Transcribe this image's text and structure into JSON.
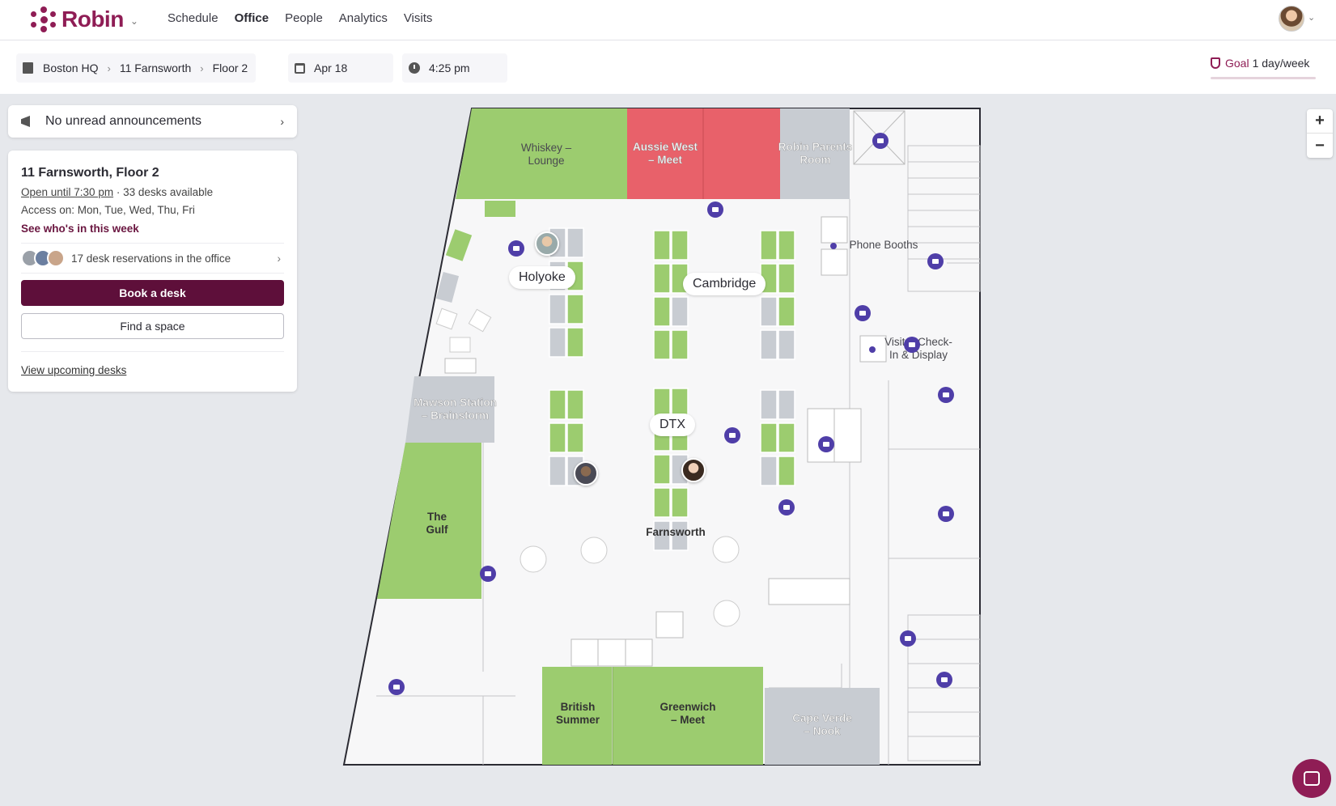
{
  "app": {
    "name": "Robin",
    "nav": [
      "Schedule",
      "Office",
      "People",
      "Analytics",
      "Visits"
    ],
    "active_nav": "Office"
  },
  "location": {
    "building": "Boston HQ",
    "address": "11 Farnsworth",
    "floor": "Floor 2",
    "date": "Apr 18",
    "time": "4:25 pm"
  },
  "goal": {
    "label": "Goal",
    "value": "1 day/week"
  },
  "announcements": {
    "text": "No unread announcements"
  },
  "office_card": {
    "title": "11 Farnsworth, Floor 2",
    "open_until": "Open until 7:30 pm",
    "desks_available": "33 desks available",
    "access": "Access on: Mon, Tue, Wed, Thu, Fri",
    "see_who": "See who's in this week",
    "reservations": "17 desk reservations in the office",
    "book_desk": "Book a desk",
    "find_space": "Find a space",
    "upcoming": "View upcoming desks"
  },
  "map": {
    "zones": [
      "Holyoke",
      "Cambridge",
      "DTX"
    ],
    "rooms": {
      "whiskey": "Whiskey –\nLounge",
      "aussie": "Aussie West\n– Meet",
      "robin_parents": "Robin Parents\nRoom",
      "phone_booths": "Phone Booths",
      "visitor": "Visitor Check-\nIn & Display",
      "mawson": "Mawson Station\n– Brainstorm",
      "gulf": "The\nGulf",
      "farnsworth": "Farnsworth",
      "british": "British\nSummer",
      "greenwich": "Greenwich\n– Meet",
      "cape_verde": "Cape Verde\n– Nook"
    }
  },
  "colors": {
    "brand": "#8f1d55",
    "primary_button": "#5e0f3a",
    "available": "#9ccc6f",
    "booked": "#e8616a",
    "unavailable": "#c8ccd2",
    "poi": "#4f3ea8"
  },
  "icons": [
    "building-icon",
    "calendar-icon",
    "clock-icon",
    "shield-icon",
    "megaphone-icon",
    "chevron-right-icon",
    "zoom-in-icon",
    "zoom-out-icon",
    "chat-icon"
  ]
}
